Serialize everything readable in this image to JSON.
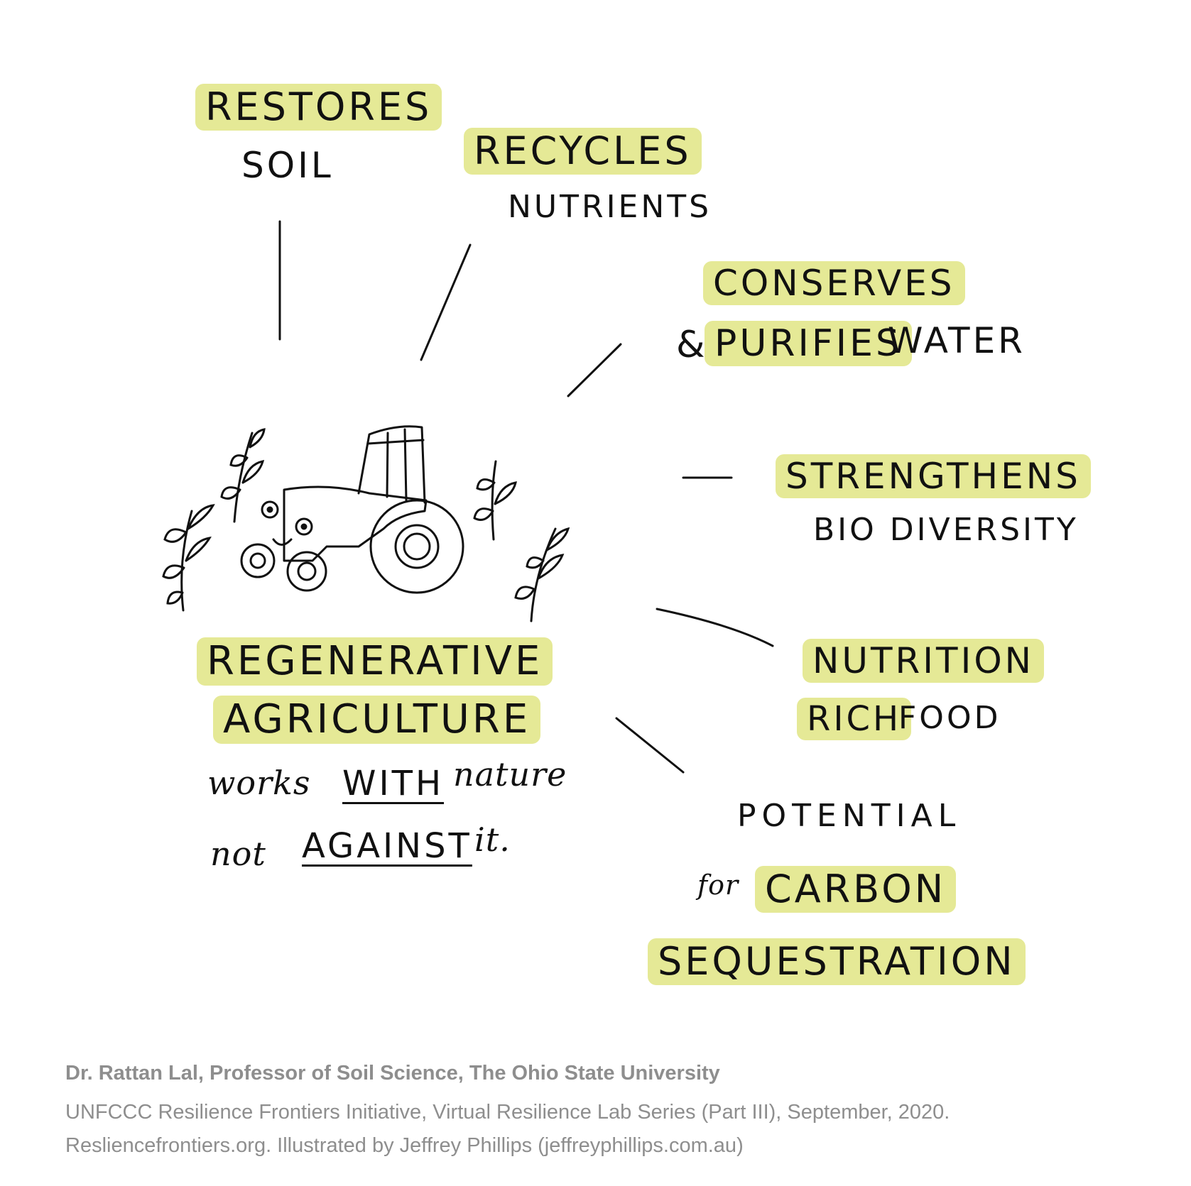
{
  "colors": {
    "highlight": "#e5e996",
    "ink": "#111111",
    "caption": "#8e8e8e"
  },
  "diagram": {
    "center": {
      "line1": "REGENERATIVE",
      "line2": "AGRICULTURE",
      "desc1_a": "works",
      "desc1_b": "WITH",
      "desc1_c": "nature",
      "desc2_a": "not",
      "desc2_b": "AGAINST",
      "desc2_c": "it.",
      "icon": "tractor-icon"
    },
    "benefits": {
      "soil": {
        "highlight": "RESTORES",
        "text": "SOIL"
      },
      "nutrients": {
        "highlight": "RECYCLES",
        "text": "NUTRIENTS"
      },
      "water": {
        "highlight1": "CONSERVES",
        "amp": "&",
        "highlight2": "PURIFIES",
        "text": "WATER"
      },
      "biodiversity": {
        "highlight": "STRENGTHENS",
        "text": "BIO DIVERSITY"
      },
      "food": {
        "highlight1": "NUTRITION",
        "highlight2": "RICH",
        "text": "FOOD"
      },
      "carbon": {
        "text": "POTENTIAL",
        "prefix": "for",
        "highlight1": "CARBON",
        "highlight2": "SEQUESTRATION"
      }
    }
  },
  "credits": {
    "line1": "Dr. Rattan Lal, Professor of Soil Science, The Ohio State University",
    "line2": "UNFCCC Resilience Frontiers Initiative, Virtual Resilience Lab Series (Part III), September, 2020.",
    "line3": "Resliencefrontiers.org. Illustrated by Jeffrey Phillips (jeffreyphillips.com.au)"
  }
}
